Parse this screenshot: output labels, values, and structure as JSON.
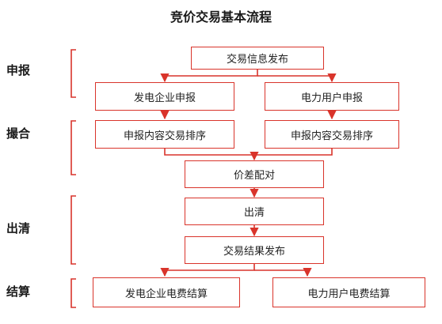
{
  "title": "竞价交易基本流程",
  "stages": {
    "declare": "申报",
    "match": "撮合",
    "clear": "出清",
    "settle": "结算"
  },
  "boxes": {
    "info_release": "交易信息发布",
    "gen_declare": "发电企业申报",
    "user_declare": "电力用户申报",
    "gen_sort": "申报内容交易排序",
    "user_sort": "申报内容交易排序",
    "price_match": "价差配对",
    "clearing": "出清",
    "result_release": "交易结果发布",
    "gen_settle": "发电企业电费结算",
    "user_settle": "电力用户电费结算"
  },
  "colors": {
    "accent": "#d9342b"
  }
}
